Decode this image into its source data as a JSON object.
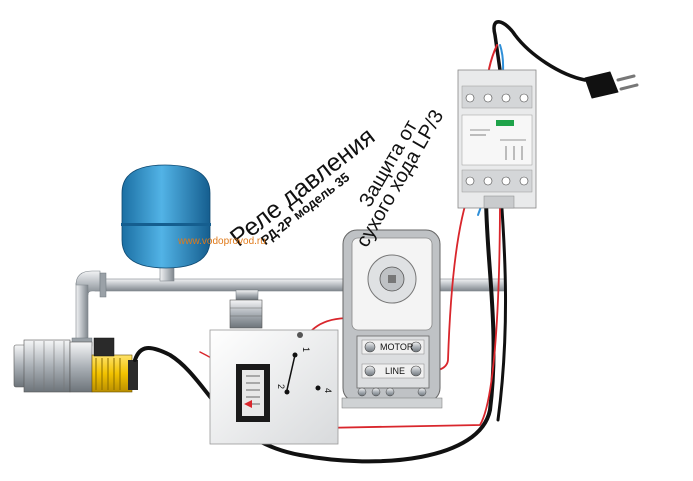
{
  "labels": {
    "relay_title": "Реле давления",
    "relay_model": "РД-2Р модель 35",
    "protection_line1": "Защита от",
    "protection_line2": "сухого хода LP/3",
    "website": "www.vodoprovod.ru",
    "motor_terminal": "MOTOR",
    "line_terminal": "LINE",
    "relay_contact_1": "1",
    "relay_contact_2": "2",
    "relay_contact_4": "4"
  },
  "colors": {
    "tank": "#2f8fc8",
    "pump_yellow": "#f2c200",
    "wire_red": "#d9262c",
    "wire_blue": "#2f8fd8",
    "wire_black": "#111111",
    "pipe": "#c8ccd0",
    "device_body": "#ececec",
    "breaker_green": "#1fa34a"
  }
}
